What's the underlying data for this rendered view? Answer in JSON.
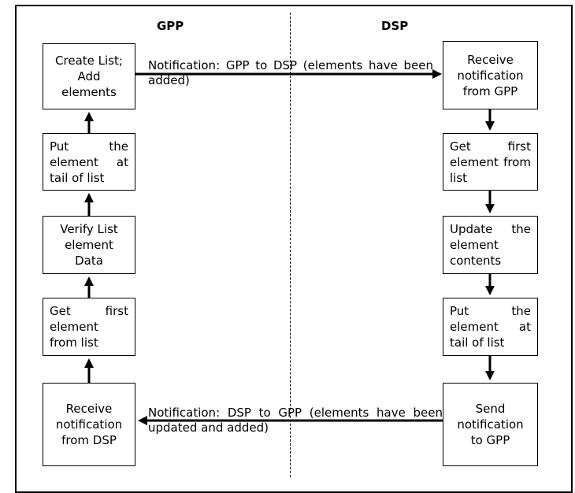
{
  "headers": {
    "left": "GPP",
    "right": "DSP"
  },
  "gpp": {
    "create_list": "Create List; Add elements",
    "put_tail": "Put the element at tail of list",
    "verify": "Verify List element Data",
    "get_first": "Get first element from list",
    "receive": "Receive notification from DSP"
  },
  "dsp": {
    "receive": "Receive notification from GPP",
    "get_first": "Get first element from list",
    "update": "Update the element contents",
    "put_tail": "Put the element at tail of list",
    "send": "Send notification to GPP"
  },
  "notifications": {
    "to_dsp": "Notification: GPP to DSP (elements have been added)",
    "to_gpp": "Notification: DSP to GPP (elements have been updated and added)"
  }
}
